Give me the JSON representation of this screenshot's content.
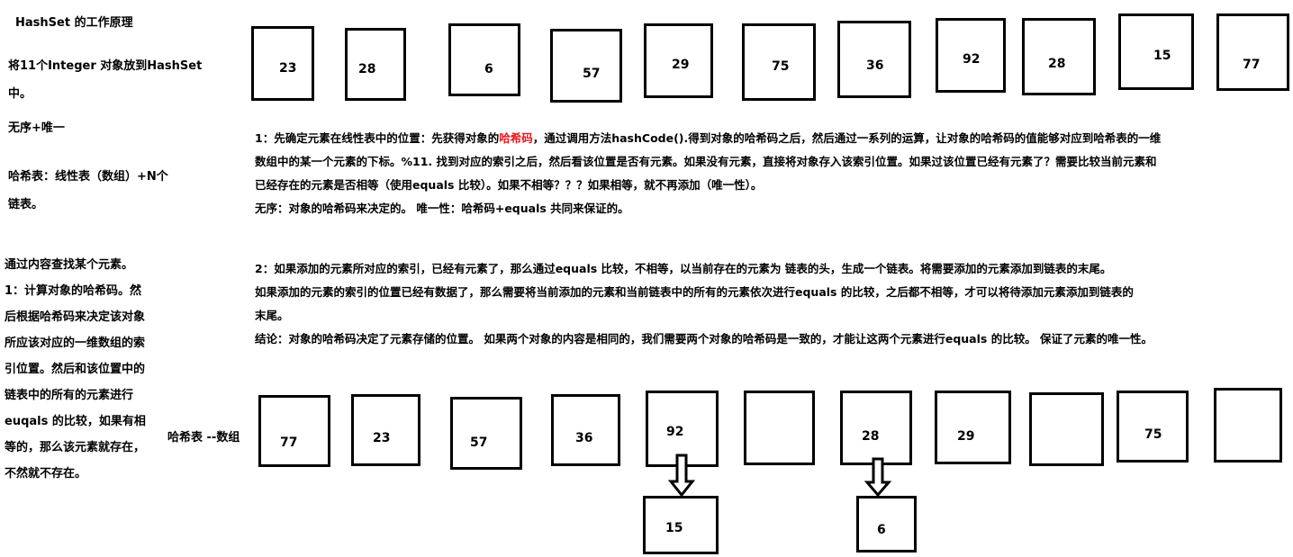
{
  "sidebar": {
    "title": "HashSet 的工作原理",
    "intro_lines": [
      "将11个Integer 对象放到HashSet",
      "中。"
    ],
    "property": "无序+唯一",
    "structure_lines": [
      "哈希表：线性表（数组）+N个",
      "链表。"
    ],
    "lookup_lines": [
      "通过内容查找某个元素。",
      "1：计算对象的哈希码。然",
      "后根据哈希码来决定该对象",
      "所应该对应的一维数组的索",
      "引位置。然后和该位置中的",
      "链表中的所有的元素进行",
      "euqals 的比较，如果有相",
      "等的，那么该元素就存在，",
      "不然就不存在。"
    ]
  },
  "top_values": [
    "23",
    "28",
    "6",
    "57",
    "29",
    "75",
    "36",
    "92",
    "28",
    "15",
    "77"
  ],
  "step1": {
    "prefix": "1：先确定元素在线性表中的位置：先获得对象的",
    "highlight": "哈希码",
    "suffix": "，通过调用方法hashCode().得到对象的哈希码之后，然后通过一系列的运算，让对象的哈希码的值能够对应到哈希表的一维",
    "lines": [
      "数组中的某一个元素的下标。%11. 找到对应的索引之后，然后看该位置是否有元素。如果没有元素，直接将对象存入该索引位置。如果过该位置已经有元素了？需要比较当前元素和",
      "已经存在的元素是否相等（使用equals 比较）。如果不相等？？？如果相等，就不再添加（唯一性）。",
      "无序：对象的哈希码来决定的。 唯一性：哈希码+equals 共同来保证的。"
    ]
  },
  "step2": {
    "lines": [
      "2：如果添加的元素所对应的索引，已经有元素了，那么通过equals 比较，不相等，以当前存在的元素为 链表的头，生成一个链表。将需要添加的元素添加到链表的末尾。",
      "如果添加的元素的索引的位置已经有数据了，那么需要将当前添加的元素和当前链表中的所有的元素依次进行equals 的比较，之后都不相等，才可以将待添加元素添加到链表的",
      "末尾。",
      "结论：对象的哈希码决定了元素存储的位置。 如果两个对象的内容是相同的，我们需要两个对象的哈希码是一致的，才能让这两个元素进行equals 的比较。 保证了元素的唯一性。"
    ]
  },
  "array_label": "哈希表 --数组",
  "buckets": [
    "77",
    "23",
    "57",
    "36",
    "92",
    "",
    "28",
    "29",
    "",
    "75",
    ""
  ],
  "chains": [
    {
      "bucket": 4,
      "value": "15"
    },
    {
      "bucket": 6,
      "value": "6"
    }
  ],
  "colors": {
    "highlight": "#e8141c",
    "stroke": "#000000"
  }
}
